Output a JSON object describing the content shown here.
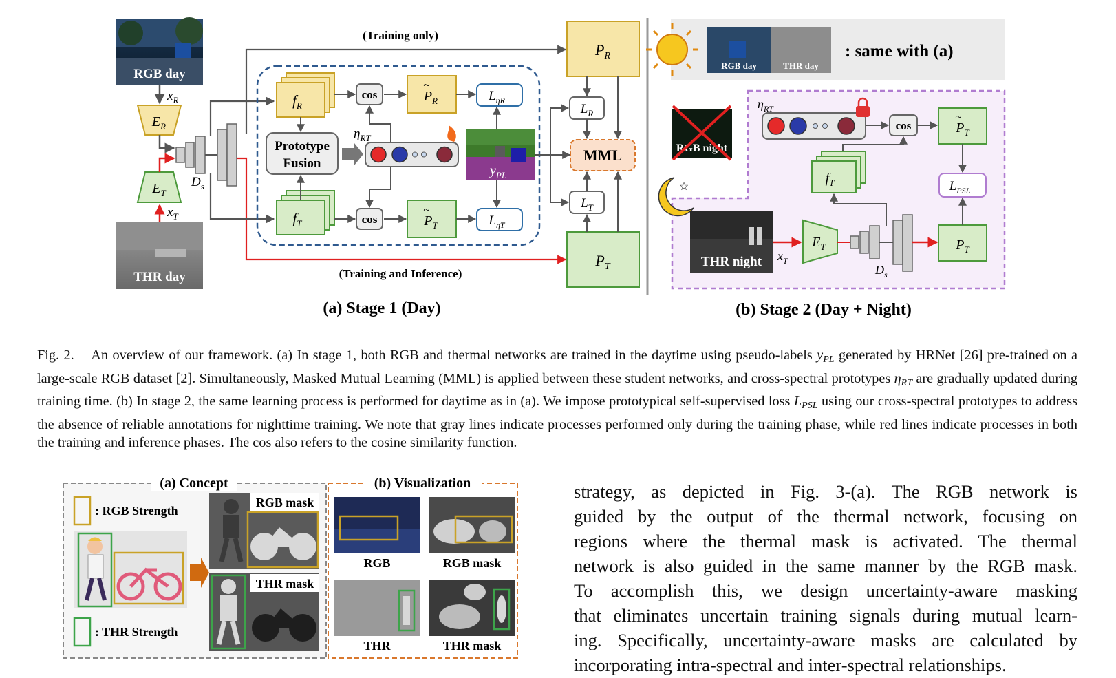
{
  "stage1": {
    "training_only": "(Training only)",
    "training_inference": "(Training and Inference)",
    "rgb_day": "RGB day",
    "thr_day": "THR day",
    "xR": "x",
    "xR_sub": "R",
    "xT": "x",
    "xT_sub": "T",
    "ER": "E",
    "ER_sub": "R",
    "ET": "E",
    "ET_sub": "T",
    "Ds": "D",
    "Ds_sub": "s",
    "fR": "f",
    "fR_sub": "R",
    "fT": "f",
    "fT_sub": "T",
    "cos": "cos",
    "proto_fusion_1": "Prototype",
    "proto_fusion_2": "Fusion",
    "eta": "η",
    "eta_sub": "RT",
    "PR_tilde": "P",
    "PR_tilde_sub": "R",
    "PT_tilde": "P",
    "PT_tilde_sub": "T",
    "L_etaR": "L",
    "L_etaR_sub": "ηR",
    "L_etaT": "L",
    "L_etaT_sub": "ηT",
    "yPL": "y",
    "yPL_sub": "PL",
    "PR": "P",
    "PR_sub": "R",
    "PT": "P",
    "PT_sub": "T",
    "LR": "L",
    "LR_sub": "R",
    "LT": "L",
    "LT_sub": "T",
    "MML": "MML",
    "label": "(a) Stage 1 (Day)"
  },
  "stage2": {
    "rgb_day": "RGB day",
    "thr_day": "THR day",
    "same_with": ":  same with (a)",
    "rgb_night": "RGB night",
    "thr_night": "THR night",
    "eta": "η",
    "eta_sub": "RT",
    "cos": "cos",
    "PT_tilde": "P",
    "PT_tilde_sub": "T",
    "fT": "f",
    "fT_sub": "T",
    "L_PSL": "L",
    "L_PSL_sub": "PSL",
    "ET": "E",
    "ET_sub": "T",
    "xT": "x",
    "xT_sub": "T",
    "Ds": "D",
    "Ds_sub": "s",
    "PT": "P",
    "PT_sub": "T",
    "label": "(b) Stage 2 (Day + Night)"
  },
  "caption": {
    "fig": "Fig. 2.",
    "t1": "An overview of our framework. (a) In stage 1, both RGB and thermal networks are trained in the daytime using pseudo-labels ",
    "s1": "y",
    "s1_sub": "PL",
    "t2": " generated by HRNet [26] pre-trained on a large-scale RGB dataset [2]. Simultaneously, Masked Mutual Learning (MML) is applied between these student networks, and cross-spectral prototypes ",
    "s2": "η",
    "s2_sub": "RT",
    "t3": " are gradually updated during training time. (b) In stage 2, the same learning process is performed for daytime as in (a). We impose prototypical self-supervised loss ",
    "s3": "L",
    "s3_sub": "PSL",
    "t4": " using our cross-spectral prototypes to address the absence of reliable annotations for nighttime training. We note that gray lines indicate processes performed only during the training phase, while red lines indicate processes in both the training and inference phases. The cos also refers to the cosine similarity function."
  },
  "fig3": {
    "concept_title": "(a) Concept",
    "vis_title": "(b) Visualization",
    "rgb_strength": ": RGB Strength",
    "thr_strength": ": THR Strength",
    "rgb_mask": "RGB mask",
    "thr_mask": "THR mask",
    "v_rgb": "RGB",
    "v_rgb_mask": "RGB mask",
    "v_thr": "THR",
    "v_thr_mask": "THR mask"
  },
  "body": {
    "l1": "strategy, as depicted in Fig. 3-(a). The RGB network is",
    "l2": "guided by the output of the thermal network, focusing on",
    "l3": "regions where the thermal mask is activated. The thermal",
    "l4": "network is also guided in the same manner by the RGB mask.",
    "l5": "To accomplish this, we design uncertainty-aware masking",
    "l6": "that eliminates uncertain training signals during mutual learn-",
    "l7": "ing. Specifically, uncertainty-aware masks are calculated by",
    "l8": "incorporating intra-spectral and inter-spectral relationships."
  },
  "colors": {
    "rgb_box": "#f7e6a8",
    "rgb_border": "#c9a227",
    "thr_box": "#d8ecc8",
    "thr_border": "#4d9a3c",
    "loss_border": "#2f6fa7",
    "mml_box": "#fbe0cc",
    "mml_border": "#d9782d",
    "red_line": "#e02020",
    "gray_line": "#555555",
    "dashed_blue": "#2f5a8f",
    "dashed_purple": "#b07cd0"
  }
}
